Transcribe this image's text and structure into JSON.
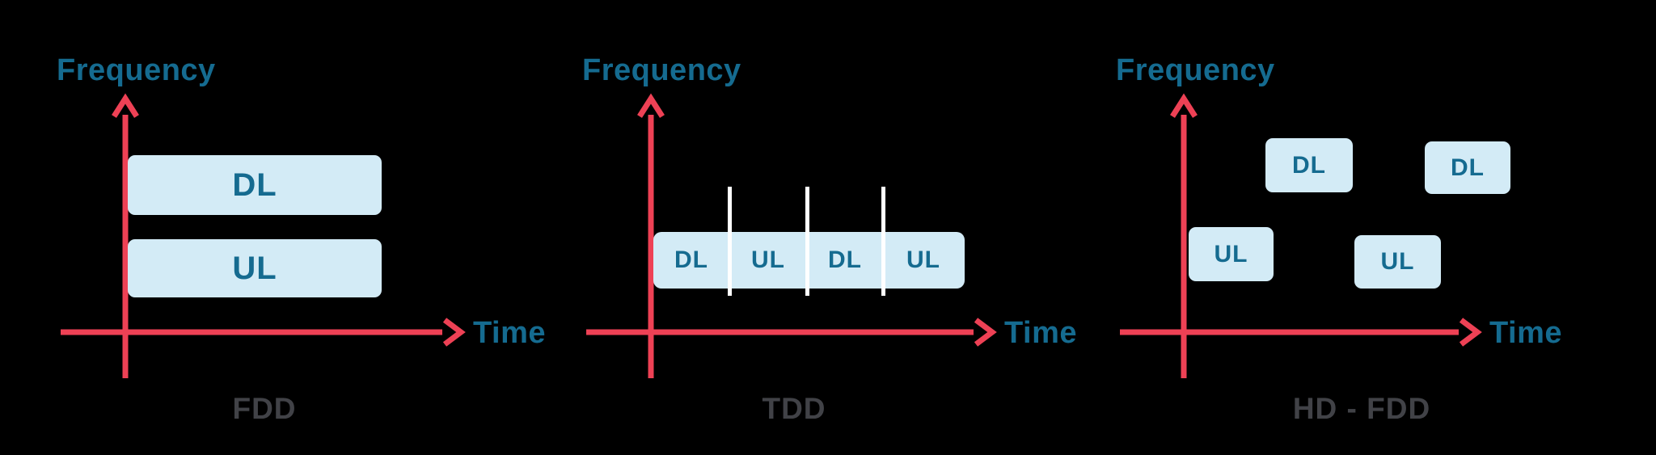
{
  "colors": {
    "background": "#000000",
    "axis_red": "#EE4155",
    "box_blue": "#D3EBF6",
    "text_teal": "#156B90",
    "caption_gray": "#414247",
    "divider_white": "#FFFFFF"
  },
  "panels": [
    {
      "caption": "FDD",
      "axis_labels": {
        "y": "Frequency",
        "x": "Time"
      },
      "boxes": [
        {
          "label": "DL"
        },
        {
          "label": "UL"
        }
      ]
    },
    {
      "caption": "TDD",
      "axis_labels": {
        "y": "Frequency",
        "x": "Time"
      },
      "segments": [
        {
          "label": "DL"
        },
        {
          "label": "UL"
        },
        {
          "label": "DL"
        },
        {
          "label": "UL"
        }
      ]
    },
    {
      "caption": "HD - FDD",
      "axis_labels": {
        "y": "Frequency",
        "x": "Time"
      },
      "boxes": [
        {
          "label": "UL"
        },
        {
          "label": "DL"
        },
        {
          "label": "UL"
        },
        {
          "label": "DL"
        }
      ]
    }
  ]
}
